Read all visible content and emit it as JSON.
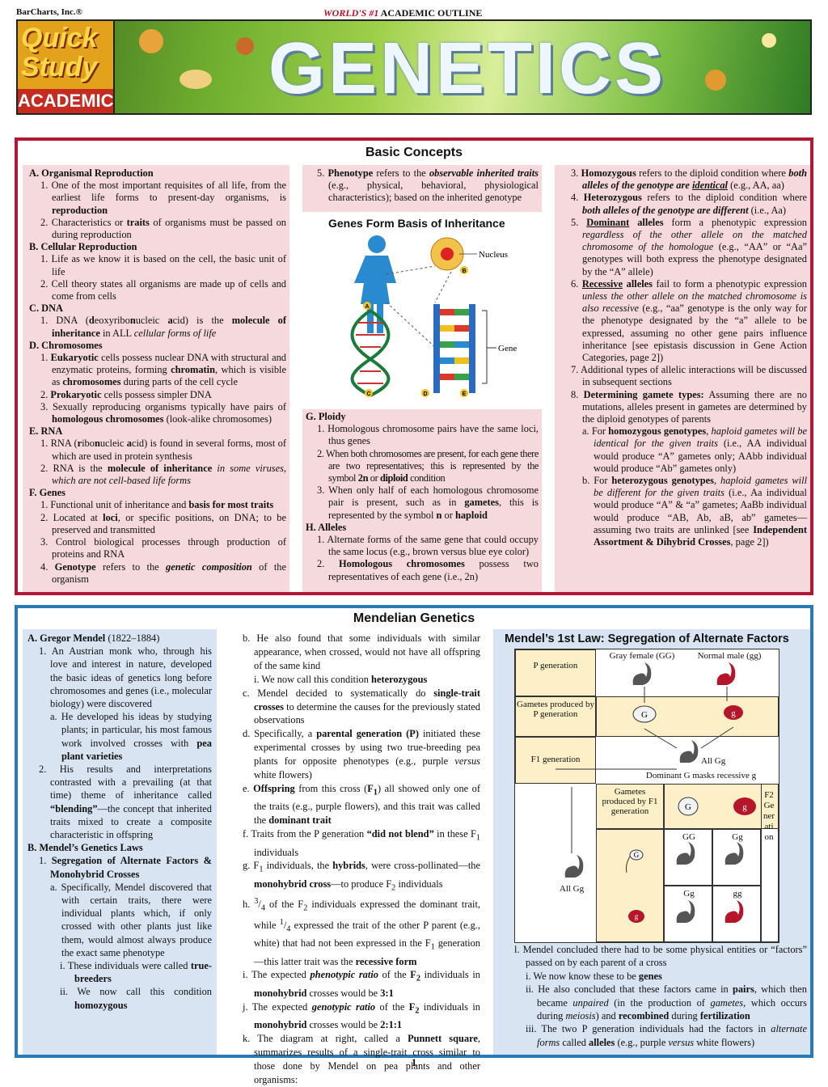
{
  "header": {
    "publisher": "BarCharts, Inc.®",
    "tagline_red": "WORLD'S #1",
    "tagline_rest": " ACADEMIC OUTLINE",
    "logo_quick": "Quick",
    "logo_study": "Study",
    "logo_academic": "ACADEMIC",
    "title": "GENETICS"
  },
  "basic": {
    "title": "Basic Concepts",
    "diagram_title": "Genes Form Basis of Inheritance",
    "labels": {
      "nucleus": "Nucleus",
      "gene": "Gene",
      "a": "A",
      "b": "B",
      "c": "C",
      "d": "D",
      "e": "E"
    }
  },
  "mendel": {
    "title": "Mendelian Genetics",
    "law_title": "Mendel’s 1st Law: Segregation of Alternate Factors",
    "punnett": {
      "gray_female": "Gray female (GG)",
      "normal_male": "Normal male (gg)",
      "p_gen": "P generation",
      "gametes_p": "Gametes produced by P generation",
      "f1_gen": "F1 generation",
      "all_gg_1": "All Gg",
      "dominant_note": "Dominant G masks recessive g",
      "gametes_f1": "Gametes produced by F1 generation",
      "all_gg_2": "All Gg",
      "G": "G",
      "g": "g",
      "GG": "GG",
      "Gg1": "Gg",
      "Gg2": "Gg",
      "gg": "gg",
      "f2": "F2 Generation"
    }
  },
  "page_number": "1"
}
